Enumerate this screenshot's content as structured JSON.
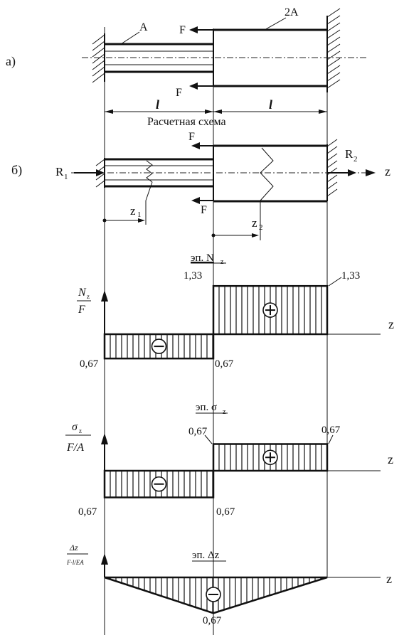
{
  "scheme_a": {
    "label": "а)",
    "left_area": "A",
    "right_area": "2A",
    "force_top": "F",
    "force_bottom": "F",
    "length_left": "l",
    "length_right": "l",
    "caption": "Расчетная схема"
  },
  "scheme_b": {
    "label": "б)",
    "reaction_left": "R",
    "reaction_left_sub": "1",
    "reaction_right": "R",
    "reaction_right_sub": "2",
    "force_top": "F",
    "force_bottom": "F",
    "axis": "z",
    "coord1": "z",
    "coord1_sub": "1",
    "coord2": "z",
    "coord2_sub": "2"
  },
  "diagram_n": {
    "title_prefix": "эп. N",
    "title_sub": "z",
    "ylabel_num": "N",
    "ylabel_num_sub": "z",
    "ylabel_den": "F",
    "axis": "z",
    "value_left_bottom": "0,67",
    "value_mid_bottom": "0,67",
    "value_mid_top": "1,33",
    "value_right_top": "1,33",
    "segments": [
      {
        "from": 0,
        "to": 1,
        "value": -0.67,
        "sign": "⊖"
      },
      {
        "from": 1,
        "to": 2,
        "value": 1.33,
        "sign": "⊕"
      }
    ]
  },
  "diagram_sigma": {
    "title_prefix": "эп. σ",
    "title_sub": "z",
    "ylabel_num": "σ",
    "ylabel_num_sub": "z",
    "ylabel_den": "F/A",
    "axis": "z",
    "value_left_bottom": "0,67",
    "value_mid_bottom": "0,67",
    "value_mid_top": "0,67",
    "value_right_top": "0,67",
    "segments": [
      {
        "from": 0,
        "to": 1,
        "value": -0.67,
        "sign": "⊖"
      },
      {
        "from": 1,
        "to": 2,
        "value": 0.67,
        "sign": "⊕"
      }
    ]
  },
  "diagram_dz": {
    "title": "эп. Δz",
    "ylabel_num": "Δz",
    "ylabel_den": "F·l/EA",
    "axis": "z",
    "value_min": "0,67",
    "points": [
      {
        "x": 0,
        "value": 0
      },
      {
        "x": 1,
        "value": -0.67
      },
      {
        "x": 2,
        "value": 0
      }
    ],
    "sign": "⊖"
  }
}
